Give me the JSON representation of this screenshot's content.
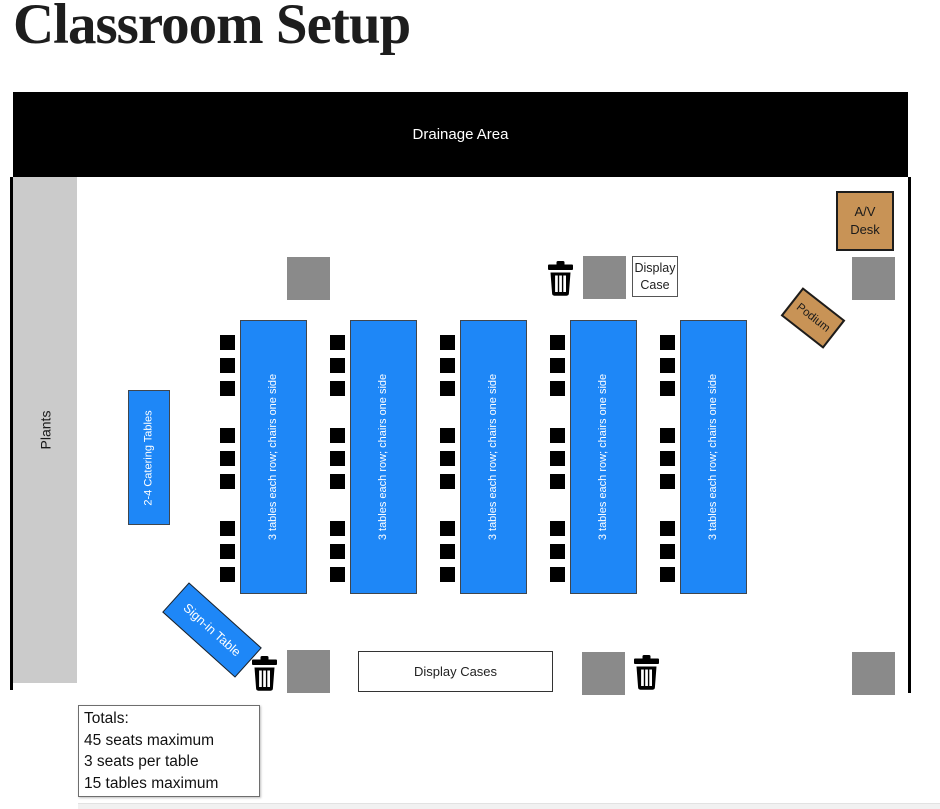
{
  "page": {
    "title": "Classroom Setup"
  },
  "colors": {
    "table-blue": "#1E87F7",
    "wood-tan": "#C89356",
    "pillar-gray": "#8A8A8A",
    "plants-gray": "#CBCBCB",
    "wall-black": "#000000",
    "text-on-blue": "#FFFFFF"
  },
  "diagram": {
    "drainage_label": "Drainage Area",
    "plants_label": "Plants",
    "catering_label": "2-4 Catering Tables",
    "table_row_label": "3 tables each row; chairs one side",
    "table_rows": 5,
    "chairs_per_row": 9,
    "signin_label": "Sign-in Table",
    "display_case_label": "Display Case",
    "display_cases_label": "Display Cases",
    "av_desk_label": "A/V Desk",
    "podium_label": "Podium",
    "totals": {
      "heading": "Totals:",
      "lines": [
        "45 seats maximum",
        "3 seats per table",
        "15 tables maximum"
      ]
    }
  }
}
